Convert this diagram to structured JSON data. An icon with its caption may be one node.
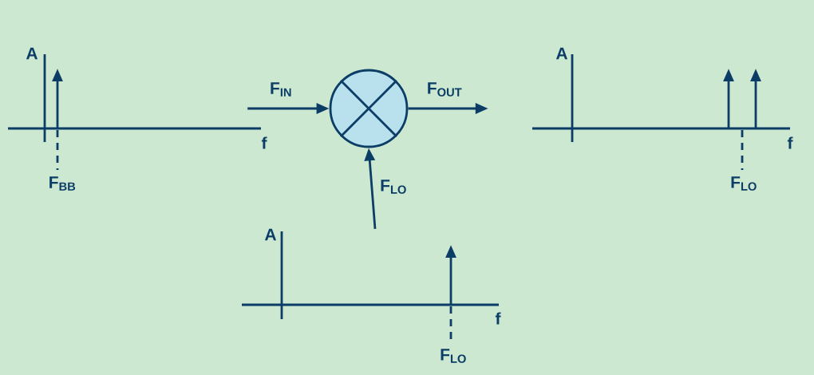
{
  "diagram": {
    "nodes": [
      {
        "text": [
          "A",
          "f",
          "F$_{BB}$"
        ]
      },
      {
        "text": [],
        "shape": "circle"
      },
      {
        "text": [
          "A",
          "f",
          "F$_{LO}$"
        ]
      },
      {
        "text": [
          "A",
          "f",
          "F$_{LO}$"
        ]
      }
    ],
    "edges": [
      {
        "from": 0,
        "to": 1,
        "arrow": "to",
        "label": "F$_{IN}$"
      },
      {
        "from": 1,
        "to": 2,
        "arrow": "to",
        "label": "F$_{OUT}$"
      },
      {
        "from": 3,
        "to": 1,
        "arrow": "to",
        "label": "F$_{LO}$"
      }
    ]
  }
}
